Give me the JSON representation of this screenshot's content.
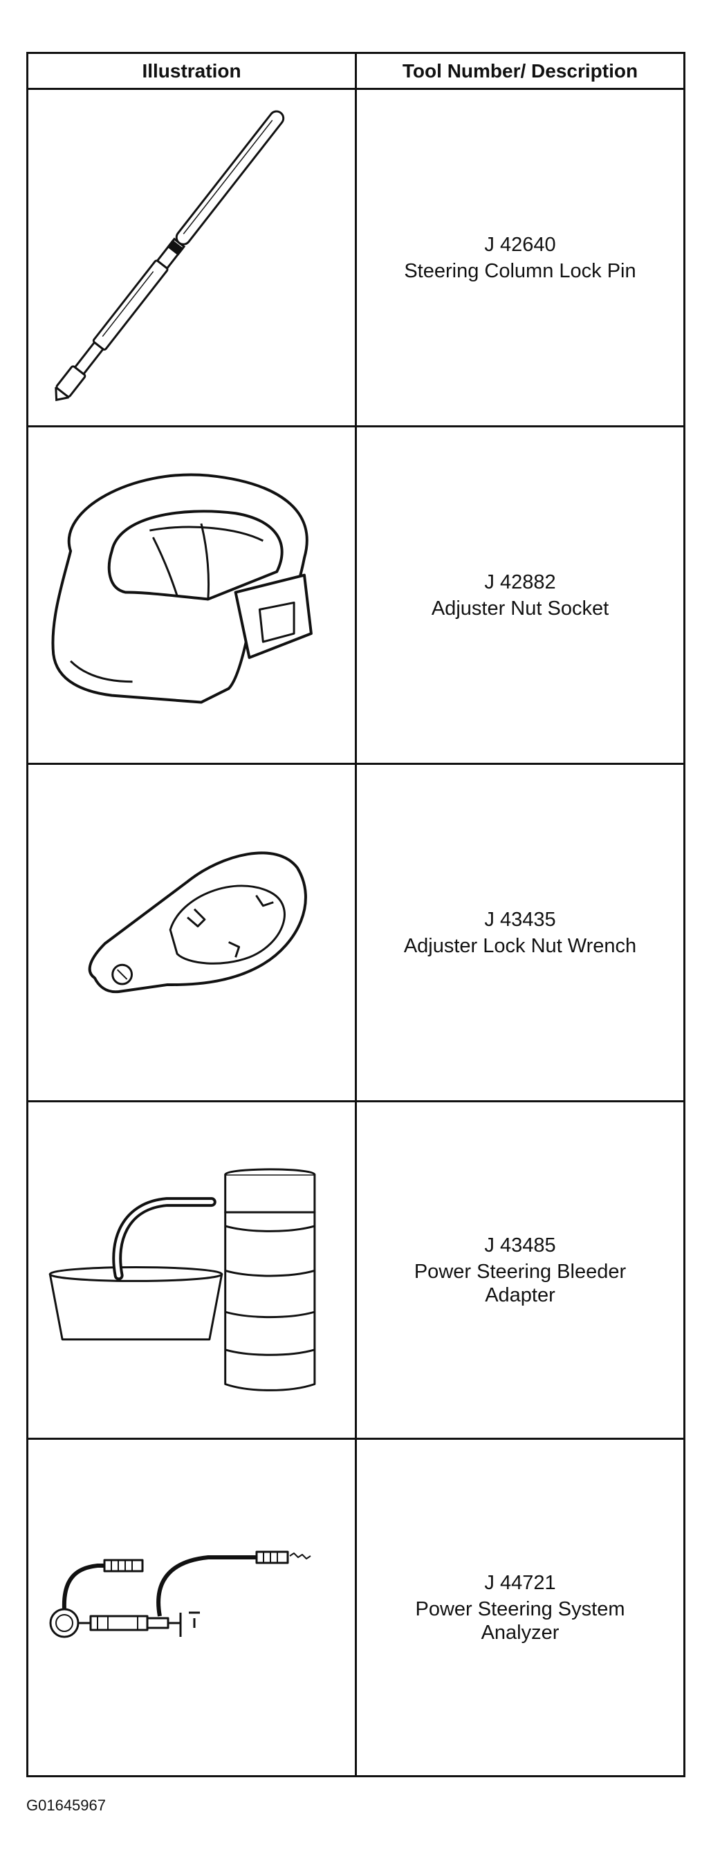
{
  "table": {
    "headers": [
      "Illustration",
      "Tool Number/ Description"
    ],
    "rows": [
      {
        "tool_number": "J 42640",
        "description": "Steering Column Lock Pin",
        "illustration": "lock-pin-icon"
      },
      {
        "tool_number": "J 42882",
        "description": "Adjuster Nut Socket",
        "illustration": "socket-icon"
      },
      {
        "tool_number": "J 43435",
        "description": "Adjuster Lock Nut Wrench",
        "illustration": "wrench-icon"
      },
      {
        "tool_number": "J 43485",
        "description": "Power Steering Bleeder\nAdapter",
        "illustration": "bleeder-adapter-icon"
      },
      {
        "tool_number": "J 44721",
        "description": "Power Steering System\nAnalyzer",
        "illustration": "analyzer-icon"
      }
    ]
  },
  "figure_id": "G01645967"
}
